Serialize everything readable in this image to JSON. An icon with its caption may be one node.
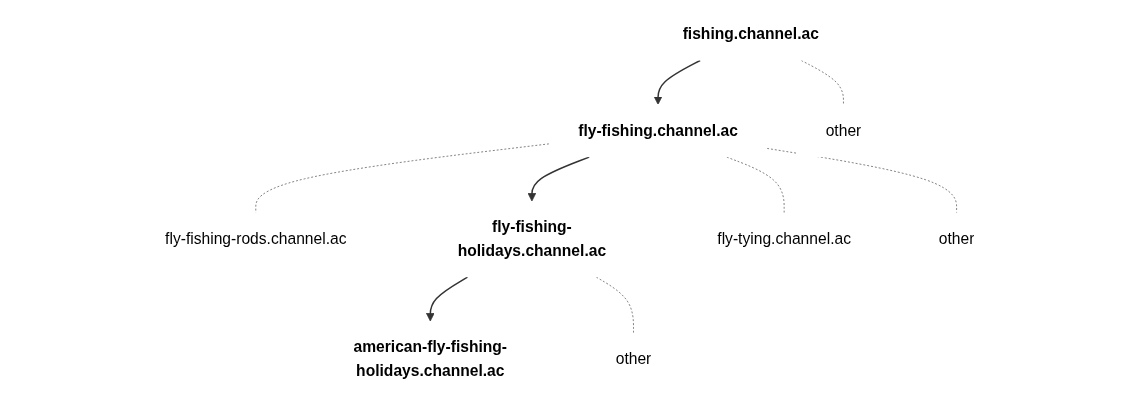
{
  "diagram": {
    "nodes": [
      {
        "text": [
          "fishing.channel.ac"
        ]
      },
      {
        "text": [
          "fly-fishing.channel.ac"
        ]
      },
      {
        "text": [
          "other"
        ]
      },
      {
        "text": [
          "fly-fishing-rods.channel.ac"
        ]
      },
      {
        "text": [
          "fly-fishing-holidays.channel.ac"
        ]
      },
      {
        "text": [
          "fly-tying.channel.ac"
        ]
      },
      {
        "text": [
          "other"
        ]
      },
      {
        "text": [
          "american-fly-fishing-holidays.channel.ac"
        ]
      },
      {
        "text": [
          "other"
        ]
      }
    ],
    "edges": [
      {
        "from": 0,
        "to": 1,
        "arrow": "to"
      },
      {
        "from": 0,
        "to": 2,
        "arrow": "none",
        "style": "dashed",
        "color": "#808080"
      },
      {
        "from": 1,
        "to": 3,
        "arrow": "none",
        "style": "dashed",
        "color": "#808080"
      },
      {
        "from": 1,
        "to": 4,
        "arrow": "to"
      },
      {
        "from": 1,
        "to": 5,
        "arrow": "none",
        "style": "dashed",
        "color": "#808080"
      },
      {
        "from": 1,
        "to": 6,
        "arrow": "none",
        "style": "dashed",
        "color": "#808080"
      },
      {
        "from": 4,
        "to": 7,
        "arrow": "to"
      },
      {
        "from": 4,
        "to": 8,
        "arrow": "none",
        "style": "dashed",
        "color": "#808080"
      }
    ]
  }
}
